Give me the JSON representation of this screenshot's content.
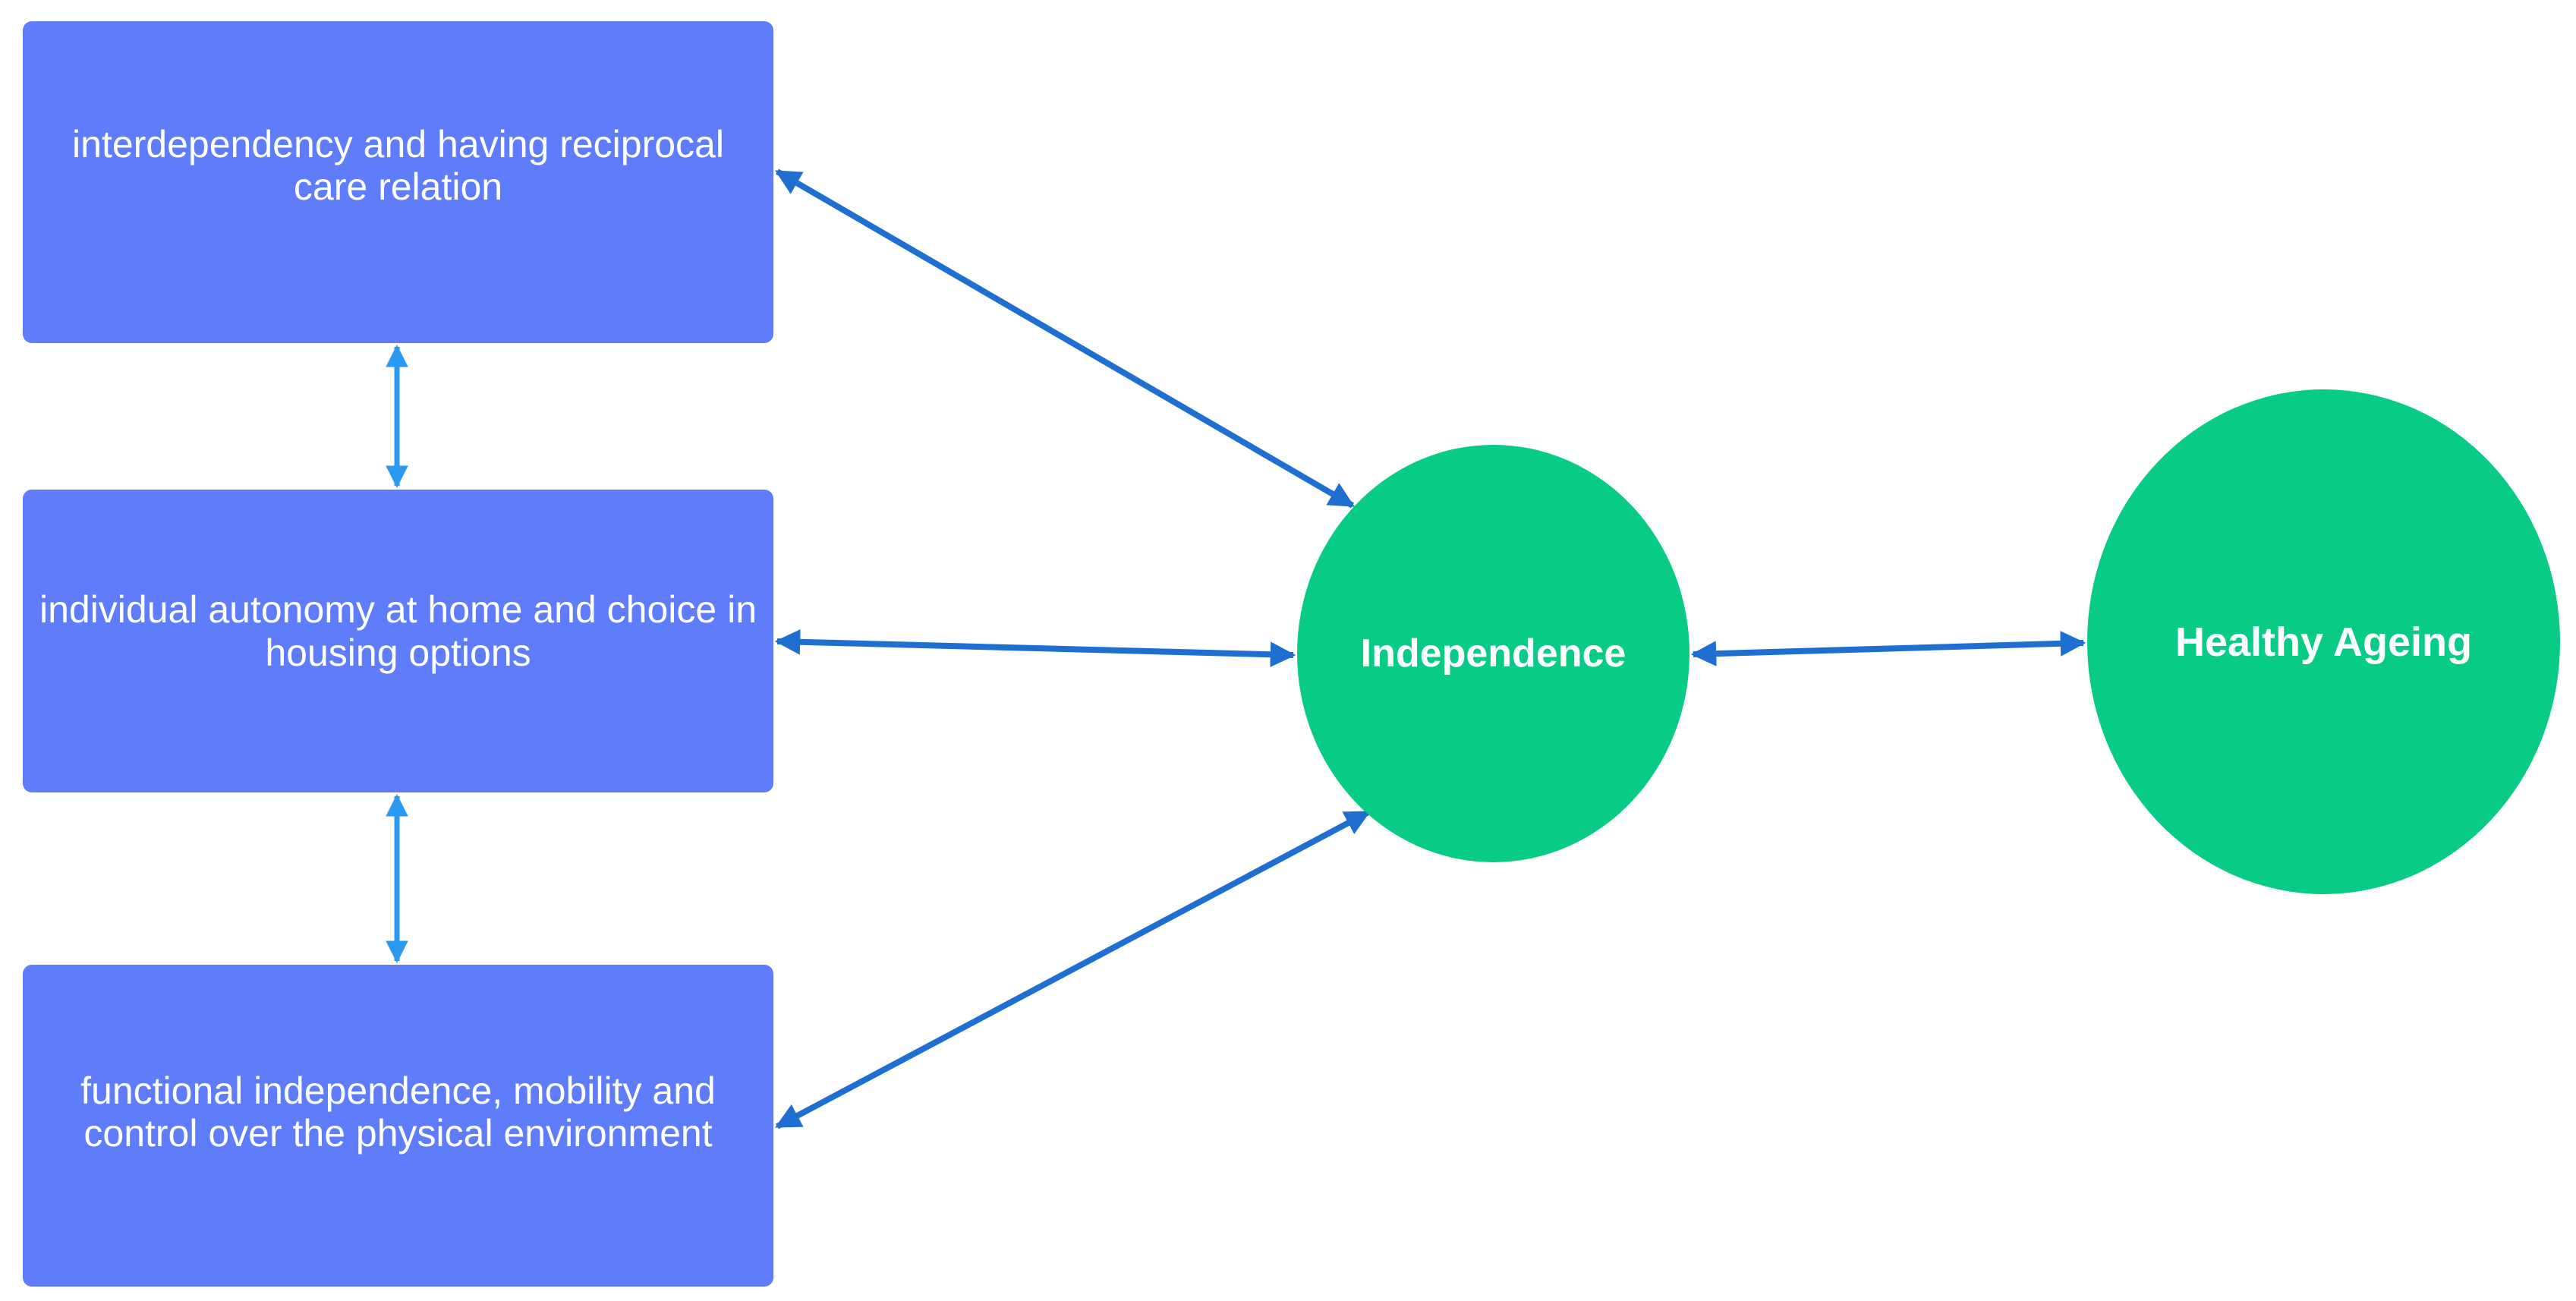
{
  "diagram": {
    "factors": [
      {
        "label": "interdependency and having reciprocal care relation"
      },
      {
        "label": "individual autonomy at home and choice in housing options"
      },
      {
        "label": "functional independence, mobility and control over the physical environment"
      }
    ],
    "center": {
      "label": "Independence"
    },
    "outcome": {
      "label": "Healthy Ageing"
    }
  },
  "colors": {
    "factor_box": "#5f7cfa",
    "node_circle": "#08cc86",
    "arrow_dark": "#1f6fd1",
    "arrow_light": "#2b99f0",
    "label_text": "#ffffff"
  }
}
